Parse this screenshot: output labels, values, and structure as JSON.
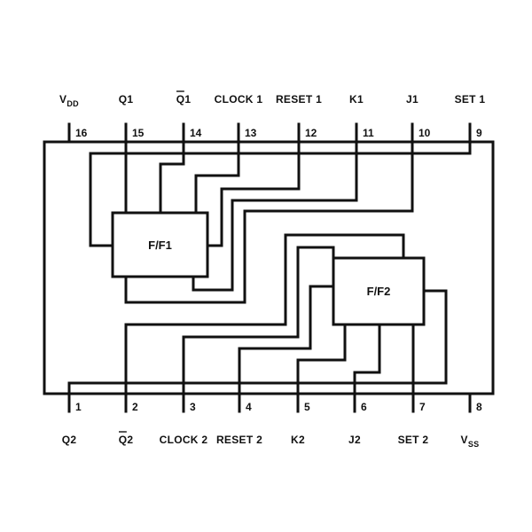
{
  "top_pins": [
    {
      "number": "16",
      "name": "V",
      "sub": "DD",
      "overline": false
    },
    {
      "number": "15",
      "name": "Q1",
      "sub": "",
      "overline": false
    },
    {
      "number": "14",
      "name": "Q1",
      "sub": "",
      "overline": true
    },
    {
      "number": "13",
      "name": "CLOCK 1",
      "sub": "",
      "overline": false
    },
    {
      "number": "12",
      "name": "RESET 1",
      "sub": "",
      "overline": false
    },
    {
      "number": "11",
      "name": "K1",
      "sub": "",
      "overline": false
    },
    {
      "number": "10",
      "name": "J1",
      "sub": "",
      "overline": false
    },
    {
      "number": "9",
      "name": "SET 1",
      "sub": "",
      "overline": false
    }
  ],
  "bottom_pins": [
    {
      "number": "1",
      "name": "Q2",
      "sub": "",
      "overline": false
    },
    {
      "number": "2",
      "name": "Q2",
      "sub": "",
      "overline": true
    },
    {
      "number": "3",
      "name": "CLOCK 2",
      "sub": "",
      "overline": false
    },
    {
      "number": "4",
      "name": "RESET 2",
      "sub": "",
      "overline": false
    },
    {
      "number": "5",
      "name": "K2",
      "sub": "",
      "overline": false
    },
    {
      "number": "6",
      "name": "J2",
      "sub": "",
      "overline": false
    },
    {
      "number": "7",
      "name": "SET 2",
      "sub": "",
      "overline": false
    },
    {
      "number": "8",
      "name": "V",
      "sub": "SS",
      "overline": false
    }
  ],
  "blocks": {
    "ff1": "F/F1",
    "ff2": "F/F2"
  }
}
